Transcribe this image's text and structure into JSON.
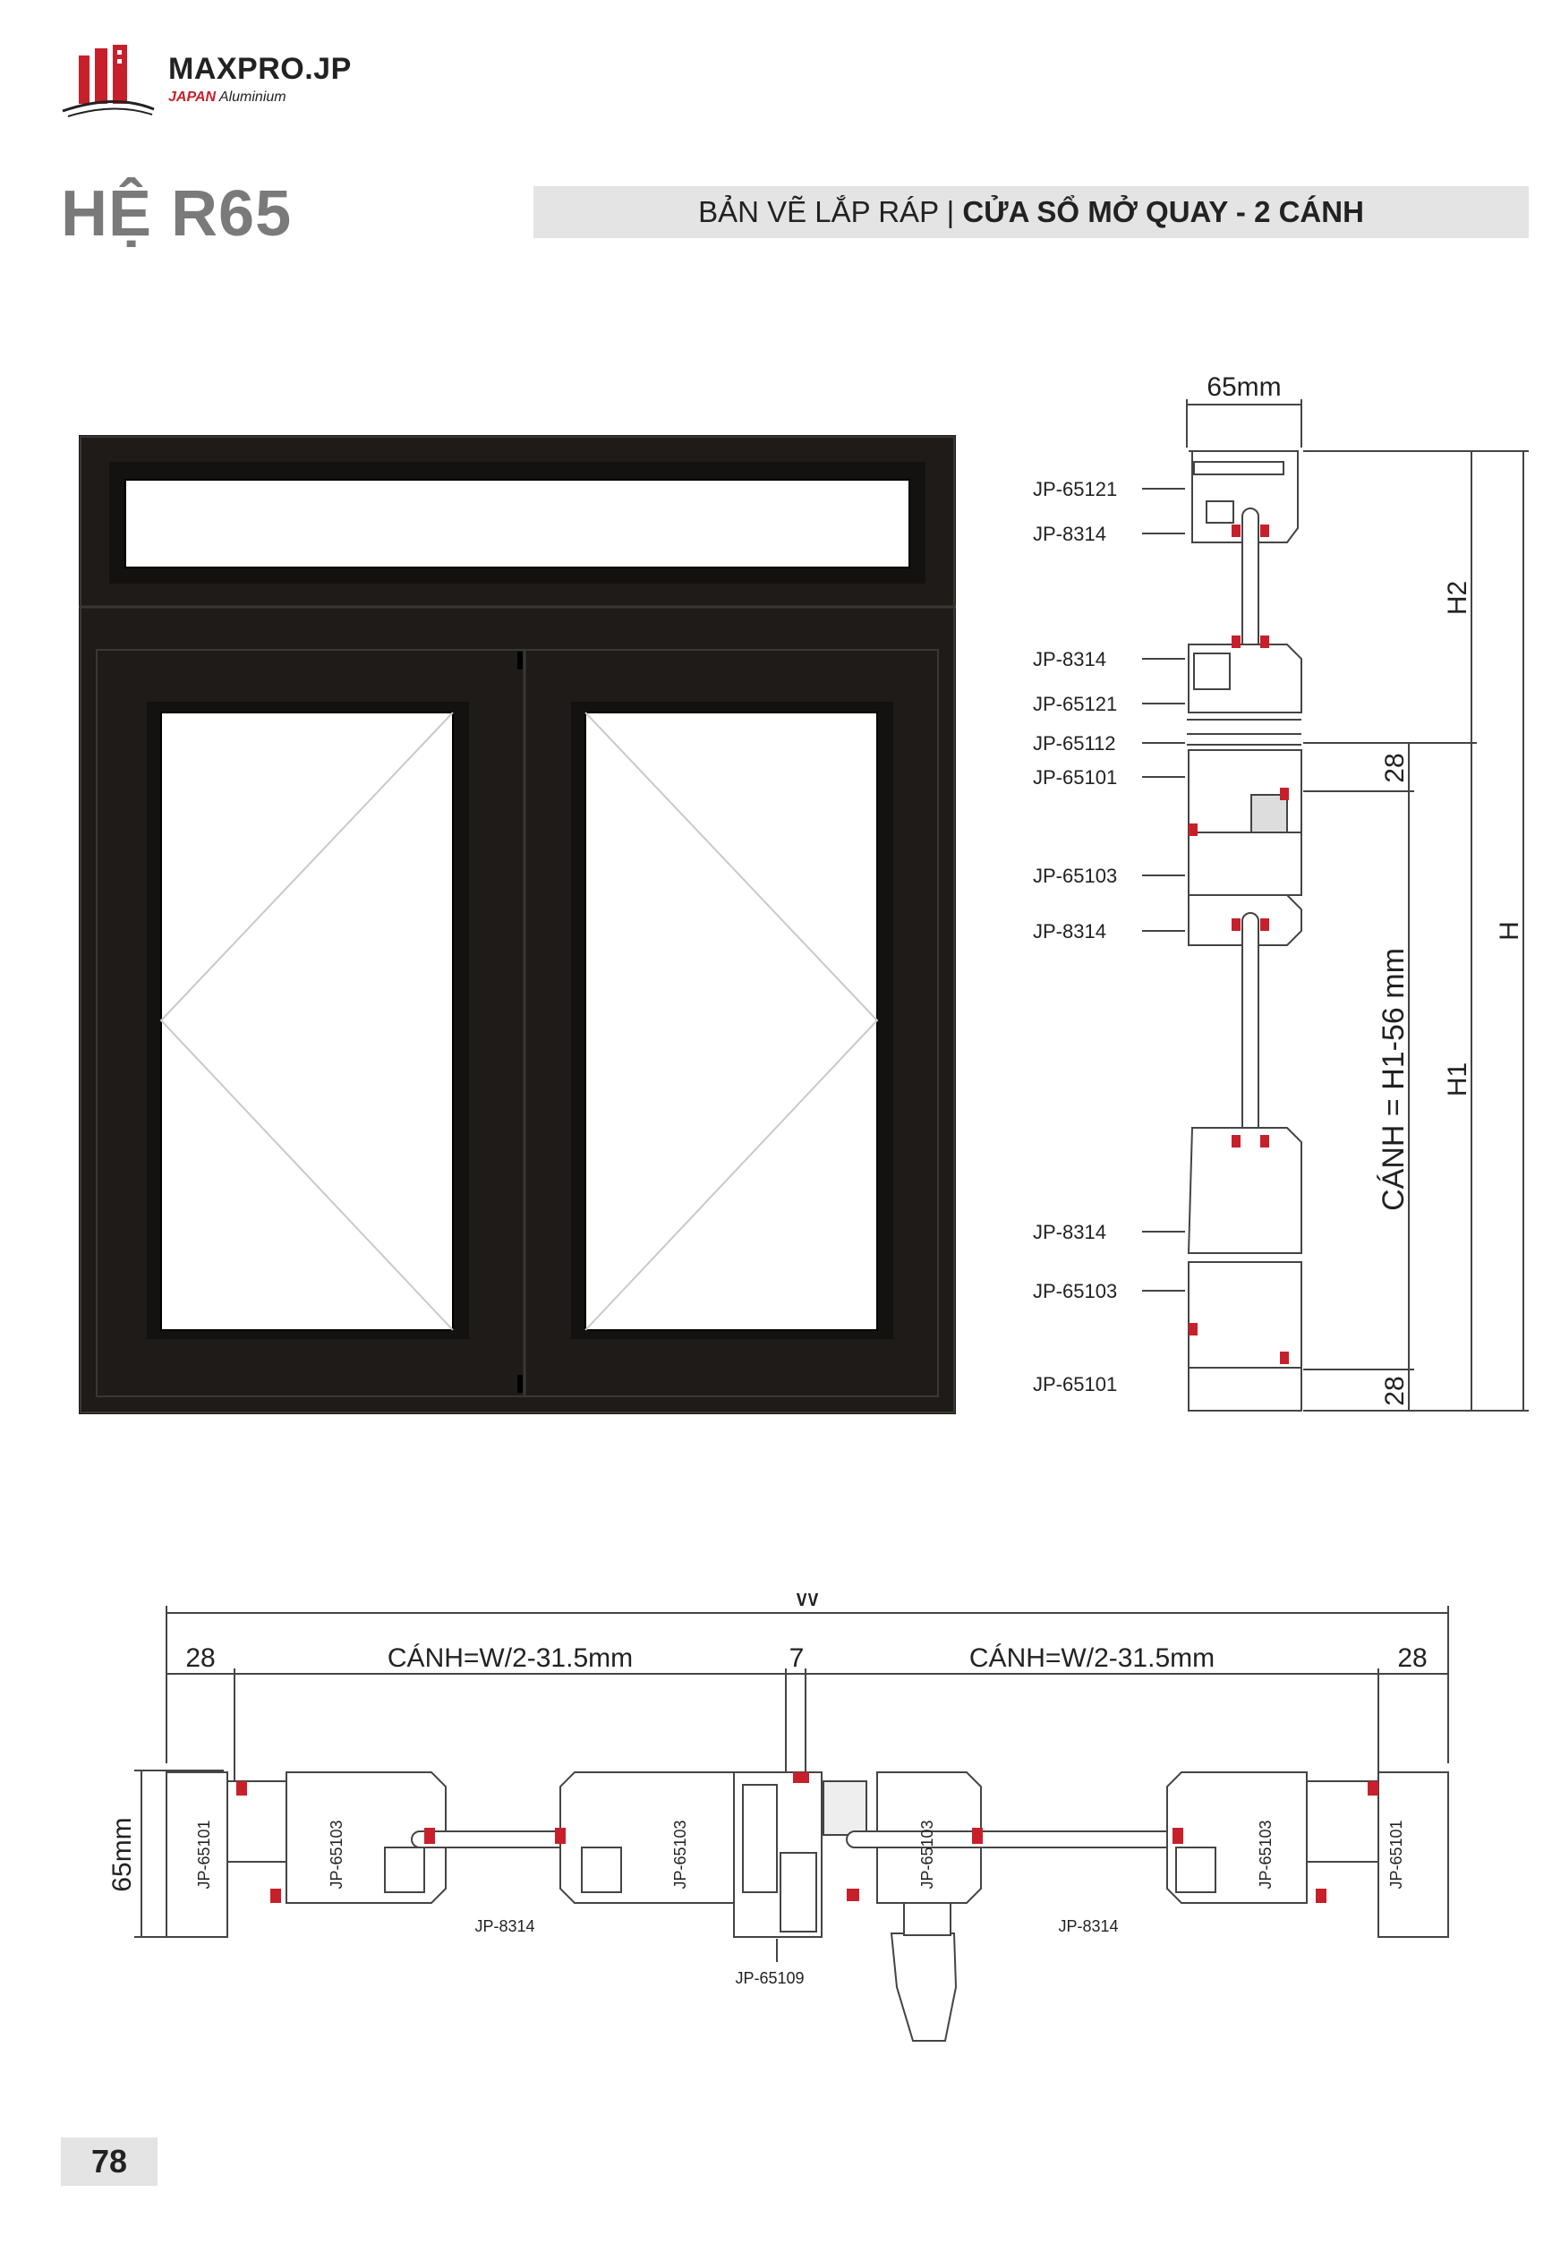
{
  "brand": {
    "name": "MAXPRO.JP",
    "subtitle_accent": "JAPAN",
    "subtitle_rest": "Aluminium"
  },
  "header": {
    "system": "HỆ R65",
    "title_prefix": "BẢN VẼ LẮP RÁP |",
    "title_bold": "CỬA SỔ MỞ QUAY - 2 CÁNH"
  },
  "vertical_section": {
    "width_label": "65mm",
    "parts": [
      "JP-65121",
      "JP-8314",
      "JP-8314",
      "JP-65121",
      "JP-65112",
      "JP-65101",
      "JP-65103",
      "JP-8314",
      "JP-8314",
      "JP-65103",
      "JP-65101"
    ],
    "dim_28_top": "28",
    "dim_28_bottom": "28",
    "sash_formula": "CÁNH = H1-56 mm",
    "h2": "H2",
    "h1": "H1",
    "h": "H"
  },
  "horizontal_section": {
    "w": "W",
    "left_28": "28",
    "right_28": "28",
    "sash_left": "CÁNH=W/2-31.5mm",
    "sash_right": "CÁNH=W/2-31.5mm",
    "center_7": "7",
    "height_label": "65mm",
    "profiles": [
      "JP-65101",
      "JP-65103",
      "JP-65103",
      "JP-65103",
      "JP-65103",
      "JP-65101"
    ],
    "glass_left": "JP-8314",
    "glass_right": "JP-8314",
    "mullion": "JP-65109"
  },
  "footer": {
    "page_number": "78"
  },
  "colors": {
    "frame": "#1e1b18",
    "accent": "#c8202a",
    "bar": "#e4e4e5"
  }
}
